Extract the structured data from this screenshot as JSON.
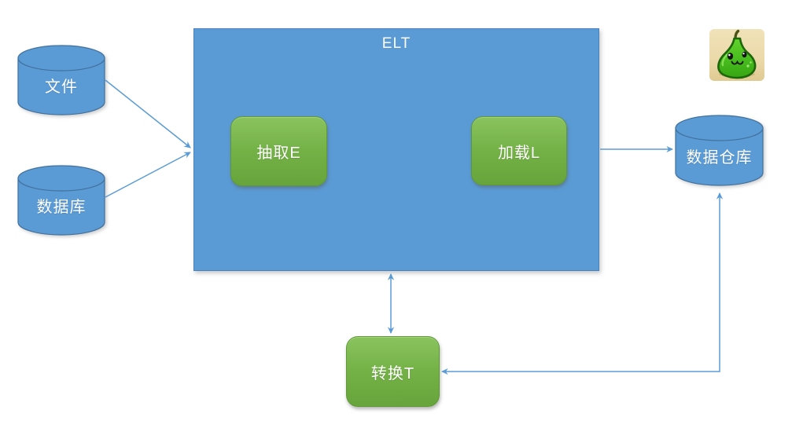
{
  "diagram": {
    "type": "flowchart",
    "title": "ELT",
    "nodes": {
      "file": {
        "label": "文件",
        "shape": "cylinder"
      },
      "database": {
        "label": "数据库",
        "shape": "cylinder"
      },
      "elt": {
        "label": "ELT",
        "shape": "rectangle-container"
      },
      "extract": {
        "label": "抽取E",
        "shape": "rounded-rectangle"
      },
      "load": {
        "label": "加载L",
        "shape": "rounded-rectangle"
      },
      "warehouse": {
        "label": "数据仓库",
        "shape": "cylinder"
      },
      "transform": {
        "label": "转换T",
        "shape": "rounded-rectangle"
      }
    },
    "edges": [
      {
        "from": "file",
        "to": "elt",
        "direction": "one-way",
        "style": "straight"
      },
      {
        "from": "database",
        "to": "elt",
        "direction": "one-way",
        "style": "straight"
      },
      {
        "from": "elt",
        "to": "warehouse",
        "direction": "one-way",
        "style": "straight"
      },
      {
        "from": "elt",
        "to": "transform",
        "direction": "two-way",
        "style": "straight"
      },
      {
        "from": "warehouse",
        "to": "transform",
        "direction": "two-way",
        "style": "elbow"
      }
    ],
    "icons": {
      "mascot": "pear-mascot-icon"
    },
    "colors": {
      "shape_blue": "#5B9BD5",
      "shape_blue_border": "#41719C",
      "connector_blue": "#5B9BD5",
      "green_gradient_top": "#8AC35E",
      "green_gradient_bottom": "#67A53C",
      "green_border": "#5E9934",
      "label_text": "#FFFFFF",
      "pear_background": "#EBD9A9",
      "pear_body": "#47BC1E",
      "canvas_background": "#FFFFFF"
    }
  }
}
